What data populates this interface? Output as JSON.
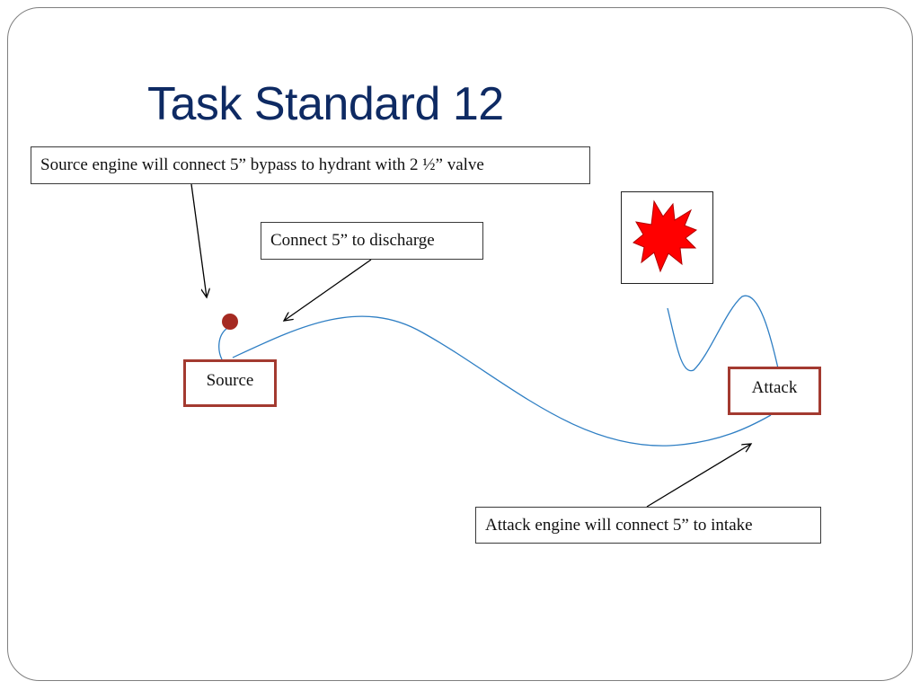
{
  "slide": {
    "title": "Task Standard 12"
  },
  "callouts": {
    "source_note": "Source engine will connect 5” bypass to hydrant with 2 ½” valve",
    "discharge_note": "Connect 5” to discharge",
    "attack_note": "Attack engine will connect 5” to intake"
  },
  "engines": {
    "source_label": "Source",
    "attack_label": "Attack"
  },
  "colors": {
    "title": "#0e2a63",
    "engine_border": "#a33a30",
    "hydrant": "#a52a22",
    "hose": "#2f7fc4",
    "fire": "#ff0000"
  },
  "icons": {
    "hydrant": "hydrant-dot-icon",
    "fire": "explosion-icon"
  }
}
